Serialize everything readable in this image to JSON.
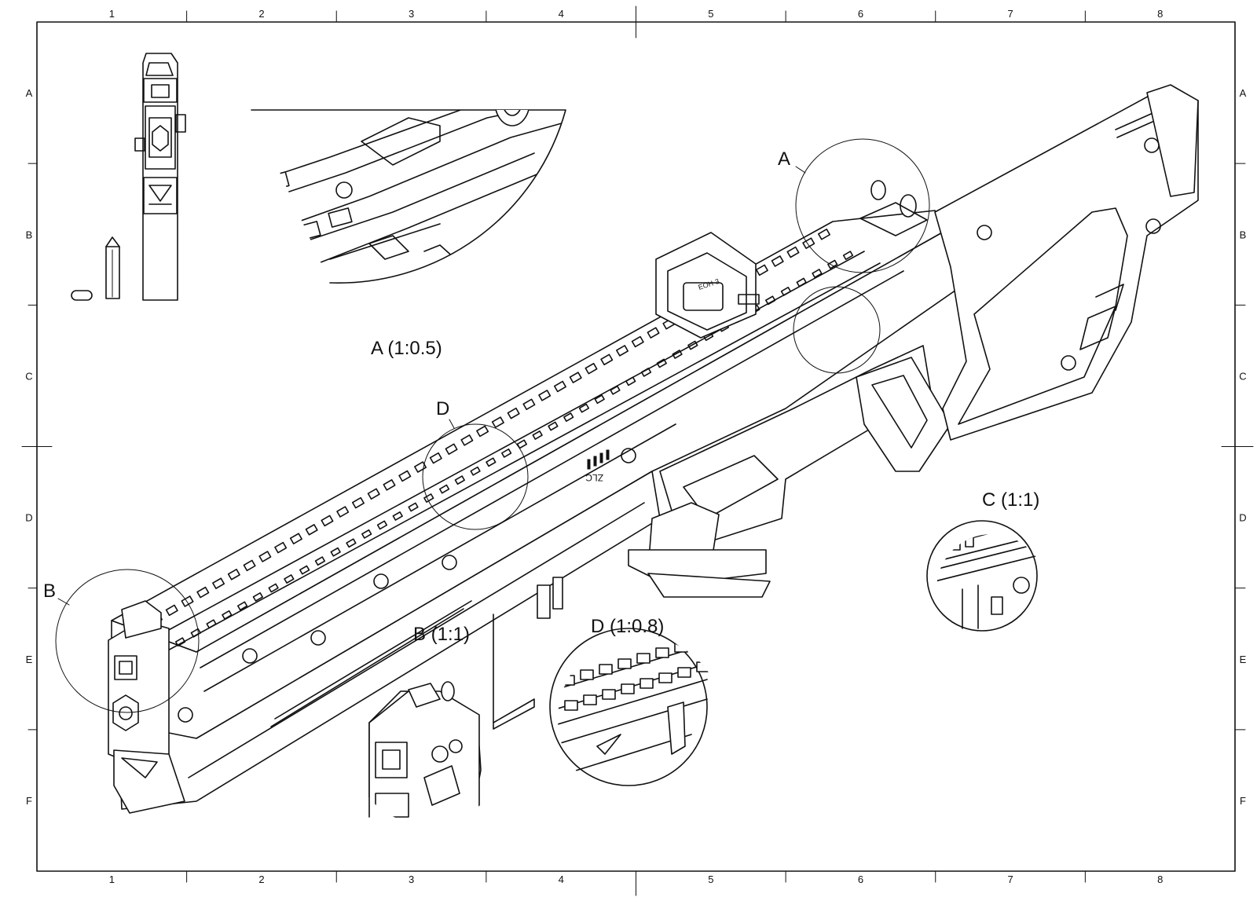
{
  "sheet": {
    "columns": [
      "1",
      "2",
      "3",
      "4",
      "5",
      "6",
      "7",
      "8"
    ],
    "rows": [
      "A",
      "B",
      "C",
      "D",
      "E",
      "F"
    ]
  },
  "views": {
    "detail_a": "A (1:0.5)",
    "detail_b": "B (1:1)",
    "detail_c": "C (1:1)",
    "detail_d": "D (1:0.8)"
  },
  "callouts": {
    "a": "A",
    "b": "B",
    "d": "D"
  },
  "markings": {
    "sight": "EOH-3",
    "receiver": "ZLC"
  }
}
